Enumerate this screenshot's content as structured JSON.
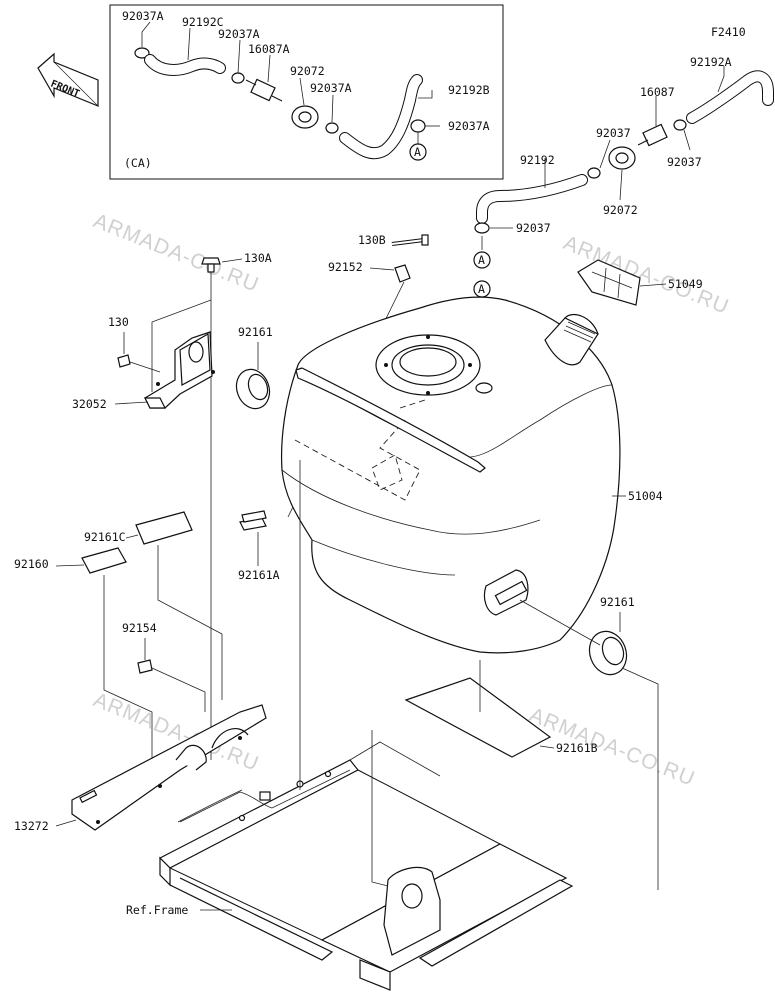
{
  "figure_code": "F2410",
  "front_label": "FRONT",
  "ca_label": "(CA)",
  "ref_frame": "Ref.Frame",
  "circle_marker": "A",
  "watermark": "ARMADA-CO.RU",
  "labels": {
    "p92037A_1": "92037A",
    "p92192C": "92192C",
    "p92037A_2": "92037A",
    "p16087A": "16087A",
    "p92072_ca": "92072",
    "p92037A_3": "92037A",
    "p92192B": "92192B",
    "p92037A_4": "92037A",
    "p92192A": "92192A",
    "p16087": "16087",
    "p92037_1": "92037",
    "p92037_2": "92037",
    "p92192": "92192",
    "p92072": "92072",
    "p92037_3": "92037",
    "p130B": "130B",
    "p130A": "130A",
    "p92152": "92152",
    "p51049": "51049",
    "p130": "130",
    "p92161_1": "92161",
    "p32052": "32052",
    "p51004": "51004",
    "p92161C": "92161C",
    "p92161A": "92161A",
    "p92160": "92160",
    "p92161_2": "92161",
    "p92154": "92154",
    "p92161B": "92161B",
    "p13272": "13272"
  }
}
